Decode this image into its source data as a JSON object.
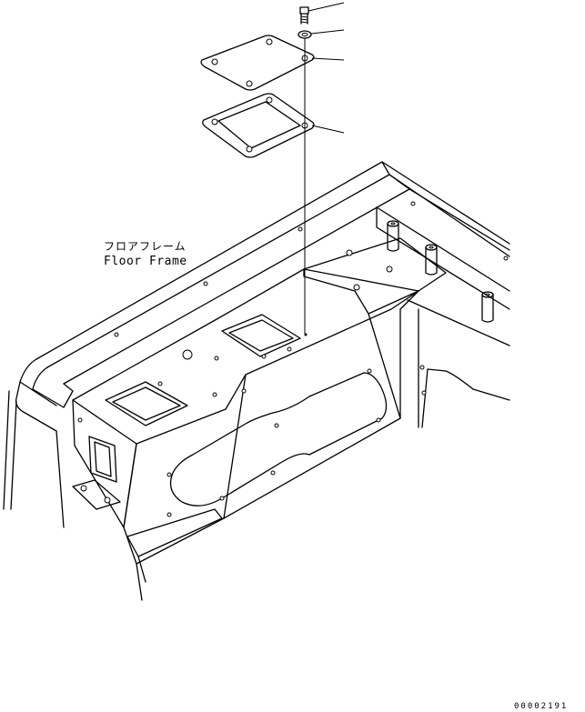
{
  "label": {
    "japanese": "フロアフレーム",
    "english": "Floor Frame"
  },
  "document_number": "00002191",
  "parts": [
    {
      "name": "bolt"
    },
    {
      "name": "washer"
    },
    {
      "name": "cover-plate"
    },
    {
      "name": "gasket"
    }
  ]
}
